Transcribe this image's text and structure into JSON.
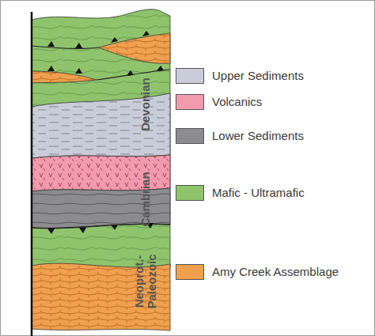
{
  "diagram": {
    "labels": [
      "Devonian",
      "Cambrian",
      "Neoprot.- Paleozoic"
    ],
    "legend": [
      {
        "text": "Upper Sediments",
        "color": "#c9cdd9"
      },
      {
        "text": "Volcanics",
        "color": "#f29aae"
      },
      {
        "text": "Lower Sediments",
        "color": "#8c8c8e"
      },
      {
        "text": "Mafic - Ultramafic",
        "color": "#8fc46c"
      },
      {
        "text": "Amy Creek Assemblage",
        "color": "#f0a04e"
      }
    ]
  }
}
